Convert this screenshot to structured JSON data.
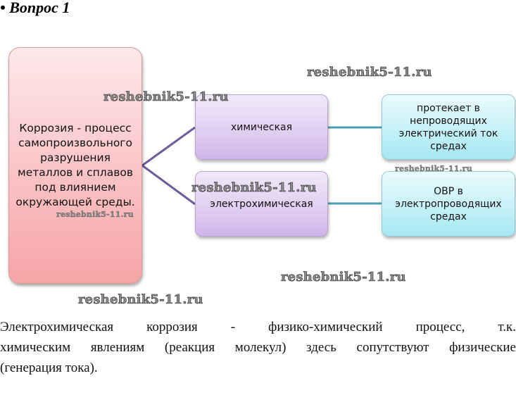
{
  "title": "• Вопрос 1",
  "diagram": {
    "root": "Коррозия - процесс самопроизвольного разрушения металлов и сплавов под влиянием окружающей среды.",
    "branches": [
      {
        "label": "химическая",
        "description": "протекает в непроводящих электрический ток средах"
      },
      {
        "label": "электрохимическая",
        "description": "ОВР в электропроводящих средах"
      }
    ],
    "colors": {
      "root": "#f9b8bb",
      "branch": "#dcc7ef",
      "description": "#bdeef7",
      "root_connector": "#6f5b9a",
      "description_connector": "#4aa3b5"
    }
  },
  "watermarks": [
    "reshebnik5-11.ru",
    "reshebnik5-11.ru",
    "reshebnik5-11.ru",
    "reshebnik5-11.ru",
    "reshebnik5-11.ru",
    "reshebnik5-11.ru",
    "reshebnik5-11.ru"
  ],
  "paragraph": {
    "lines": [
      "Электрохимическая коррозия - физико-химический процесс, т.к.",
      "химическим явлениям (реакция молекул) здесь сопутствуют физические",
      "(генерация тока)."
    ]
  }
}
